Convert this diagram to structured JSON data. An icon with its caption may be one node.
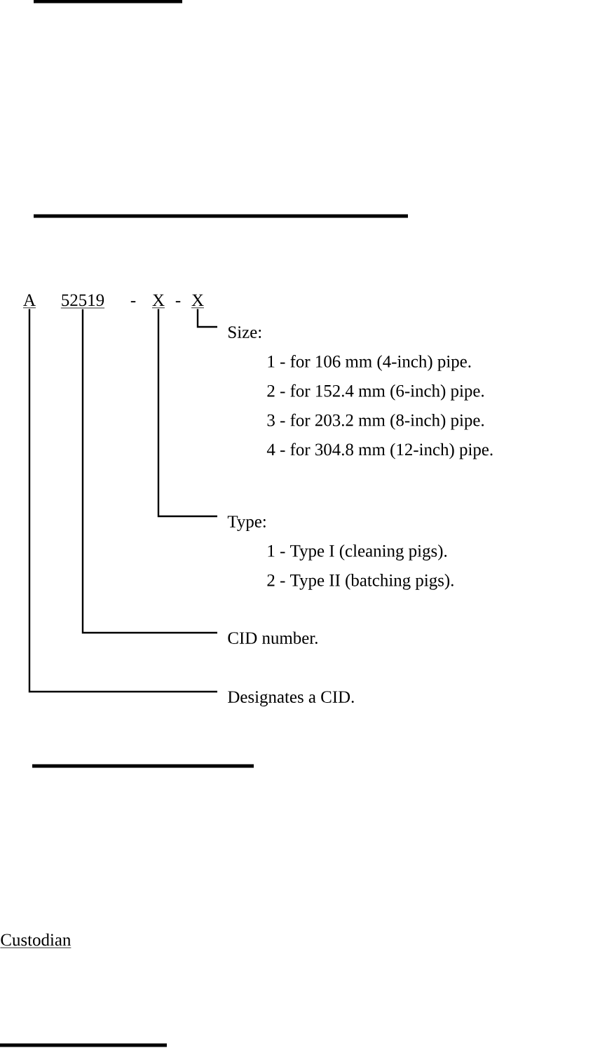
{
  "diagram": {
    "nodes": [
      {
        "text": [
          "A"
        ]
      },
      {
        "text": [
          "52519"
        ]
      },
      {
        "text": [
          "X"
        ]
      },
      {
        "text": [
          "X"
        ]
      },
      {
        "text": [
          "Size:",
          "1 - for 106 mm (4-inch) pipe.",
          "2 - for 152.4 mm (6-inch) pipe.",
          "3 - for 203.2 mm (8-inch) pipe.",
          "4 - for 304.8 mm (12-inch) pipe."
        ]
      },
      {
        "text": [
          "Type:",
          "1 - Type I (cleaning pigs).",
          "2 - Type II (batching pigs)."
        ]
      },
      {
        "text": [
          "CID number."
        ]
      },
      {
        "text": [
          "Designates a CID."
        ]
      }
    ],
    "edges": [
      {
        "from": 3,
        "to": 4,
        "arrow": "none"
      },
      {
        "from": 2,
        "to": 5,
        "arrow": "none"
      },
      {
        "from": 1,
        "to": 6,
        "arrow": "none"
      },
      {
        "from": 0,
        "to": 7,
        "arrow": "none"
      }
    ],
    "labels": [
      "-",
      "-",
      "Custodian"
    ]
  }
}
